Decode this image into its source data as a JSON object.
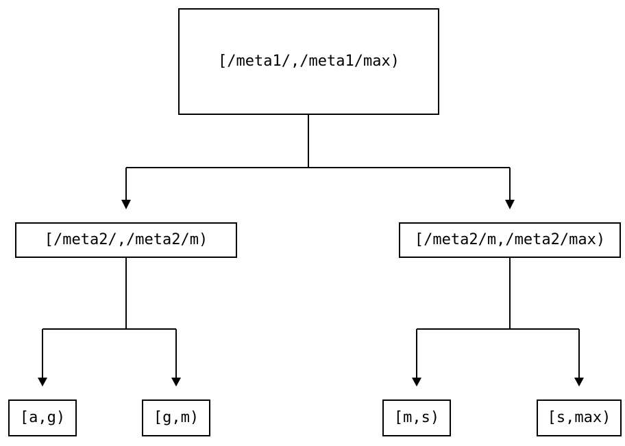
{
  "colors": {
    "background": "#ffffff",
    "line": "#000000",
    "text": "#000000"
  },
  "tree": {
    "root": {
      "label": "[/meta1/,/meta1/max)"
    },
    "children": [
      {
        "label": "[/meta2/,/meta2/m)"
      },
      {
        "label": "[/meta2/m,/meta2/max)"
      }
    ],
    "leaves": [
      {
        "label": "[a,g)"
      },
      {
        "label": "[g,m)"
      },
      {
        "label": "[m,s)"
      },
      {
        "label": "[s,max)"
      }
    ]
  }
}
